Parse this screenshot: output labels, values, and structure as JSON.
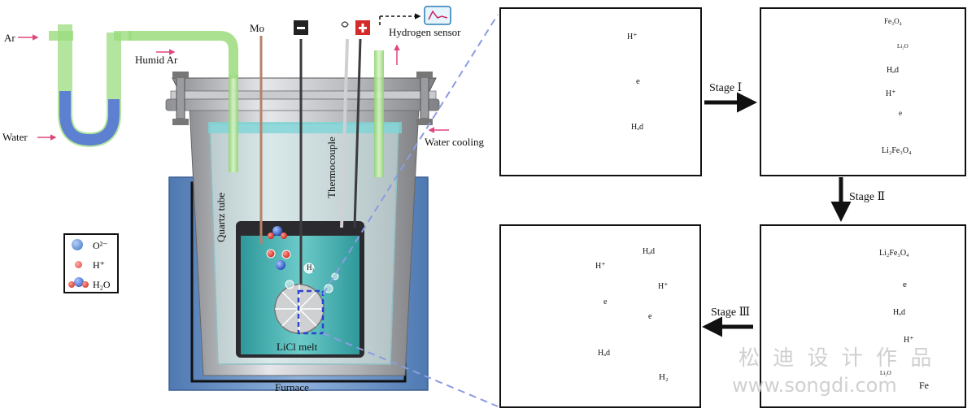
{
  "labels": {
    "ar": "Ar",
    "humid_ar": "Humid Ar",
    "water": "Water",
    "mo": "Mo",
    "hydrogen_sensor": "Hydrogen sensor",
    "water_cooling": "Water cooling",
    "quartz_tube": "Quartz tube",
    "thermocouple": "Thermocouple",
    "licl_melt": "LiCl melt",
    "furnace": "Furnace",
    "h2_small": "H₂"
  },
  "legend": [
    {
      "label": "O²⁻",
      "color": "#3f73c7"
    },
    {
      "label": "H⁺",
      "color": "#d9443c"
    },
    {
      "label": "H₂O",
      "color": "#3356c0"
    }
  ],
  "stages": {
    "stage1": "Stage Ⅰ",
    "stage2": "Stage Ⅱ",
    "stage3": "Stage Ⅲ"
  },
  "panel1": {
    "h_plus": "H⁺",
    "e": "e",
    "h_ad": "Hₐd"
  },
  "panel2": {
    "fe3o4": "Fe₃O₄",
    "li2o": "Li₂O",
    "h_ad": "Hₐd",
    "h_plus": "H⁺",
    "e": "e",
    "li2fe3o4": "Li₂Fe₃O₄"
  },
  "panel3": {
    "li2fe3o4": "Li₂Fe₃O₄",
    "e": "e",
    "h_ad": "Hₐd",
    "h_plus": "H⁺",
    "li2o": "Li₂O",
    "fe": "Fe"
  },
  "panel4": {
    "h_plus": "H⁺",
    "e": "e",
    "h_ad": "Hₐd",
    "h_ad2": "Hₐd",
    "h_plus2": "H⁺",
    "e2": "e",
    "h2": "H₂"
  },
  "watermark": {
    "cn": "松 迪 设 计 作 品",
    "url": "www.songdi.com"
  },
  "colors": {
    "electrolyte": "#5cc6c7",
    "tube_green": "#9bdc7e",
    "furnace_blue": "#6f96c8",
    "fe_red": "#9e2f37",
    "dark_pellet": "#2a2a2e",
    "grey_pellet": "#6e6e72"
  }
}
